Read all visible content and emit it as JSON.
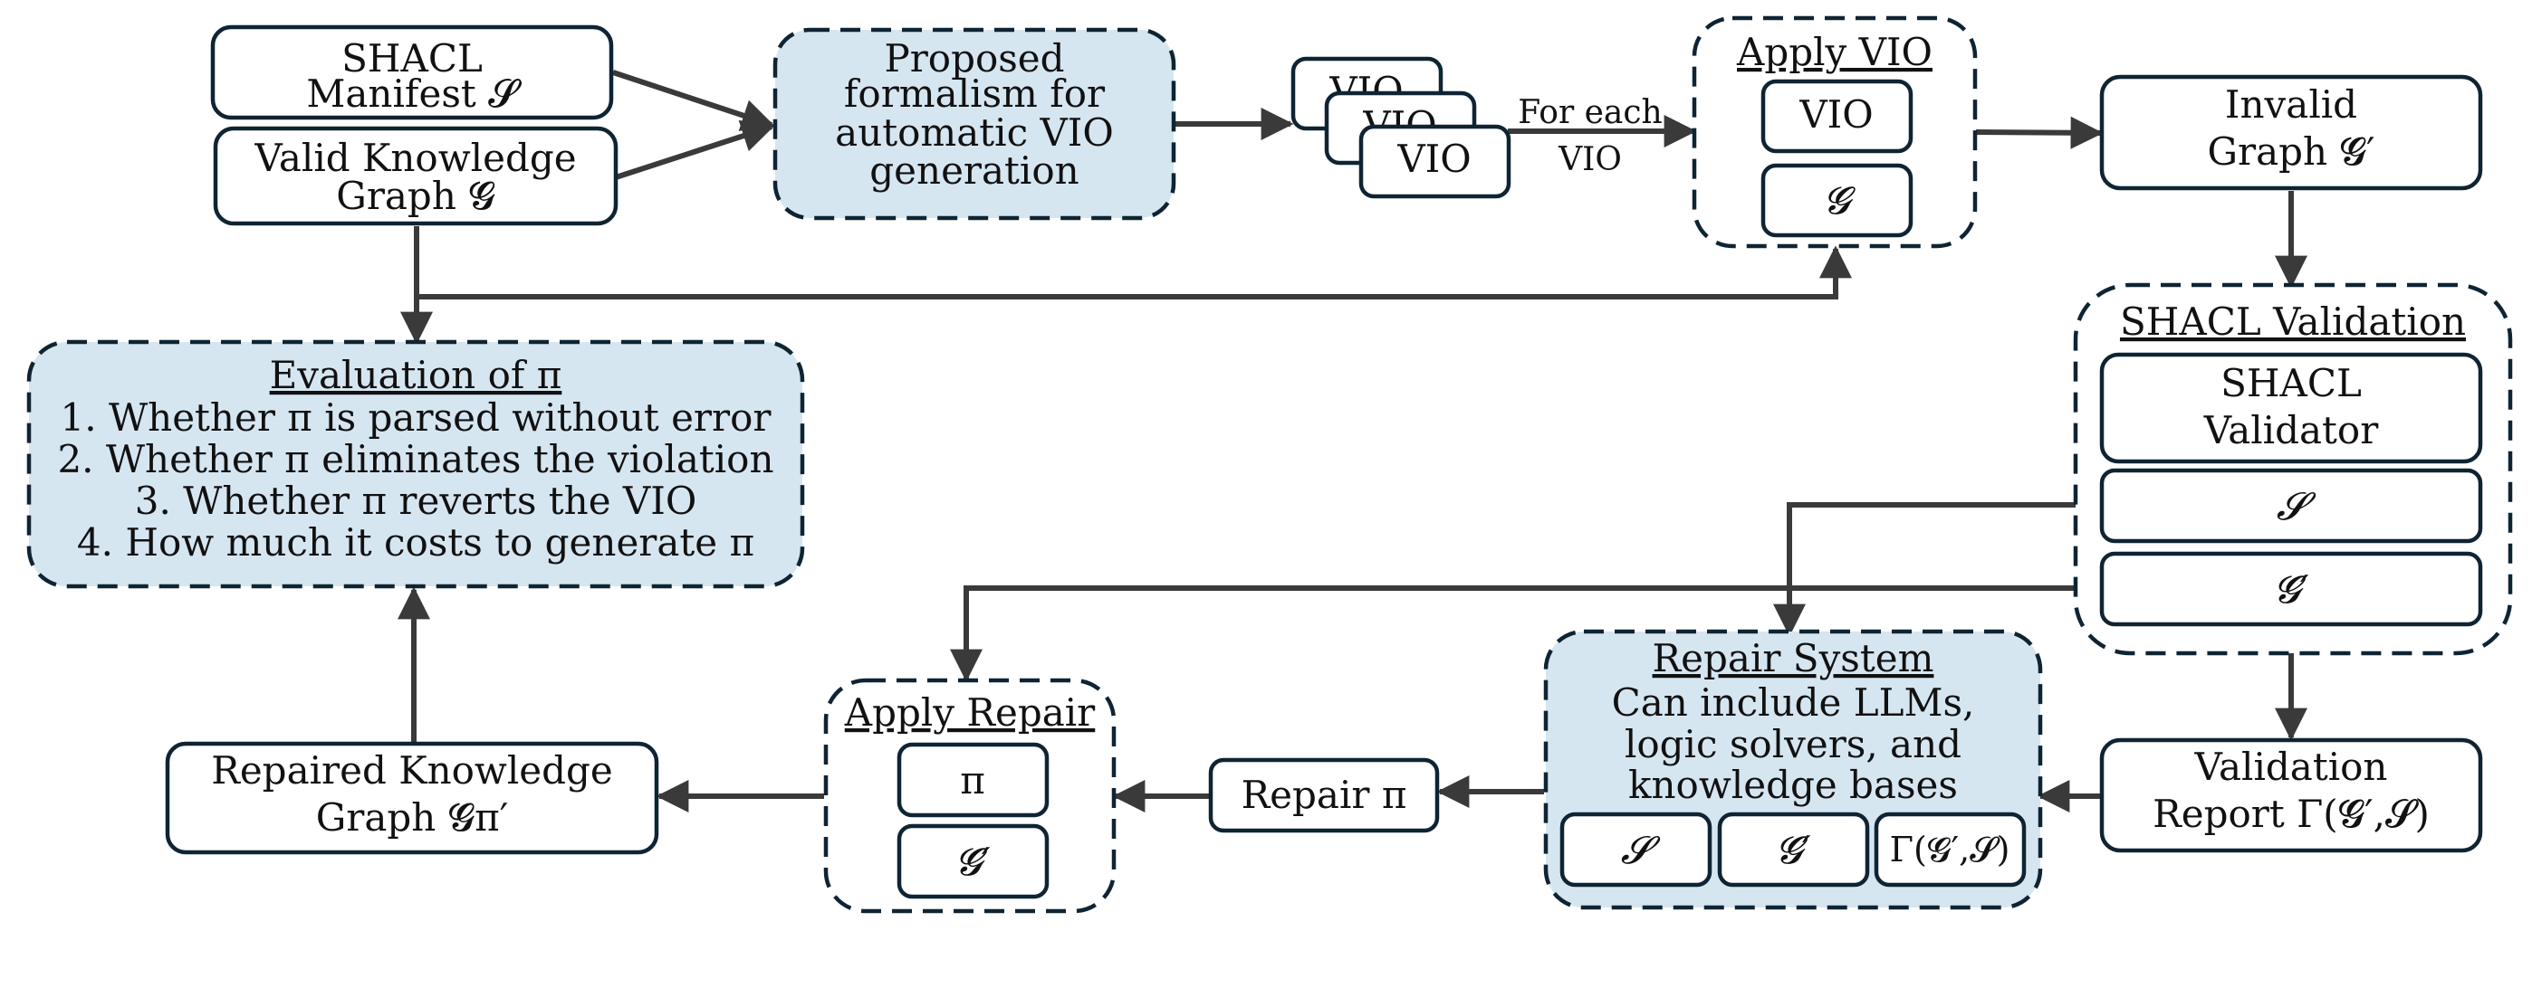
{
  "nodes": {
    "shacl_manifest": {
      "line1": "SHACL",
      "line2": "Manifest 𝓢"
    },
    "valid_kg": {
      "line1": "Valid Knowledge",
      "line2": "Graph 𝓖"
    },
    "proposed": {
      "line1": "Proposed",
      "line2": "formalism for",
      "line3": "automatic VIO",
      "line4": "generation"
    },
    "vio_stack": {
      "label": "VIO"
    },
    "for_each": {
      "line1": "For each",
      "line2": "VIO"
    },
    "apply_vio": {
      "title": "Apply VIO",
      "item1": "VIO",
      "item2": "𝓖"
    },
    "invalid_graph": {
      "line1": "Invalid",
      "line2": "Graph 𝓖′"
    },
    "evaluation": {
      "title": "Evaluation of π",
      "item1": "1. Whether π is parsed without error",
      "item2": "2. Whether π eliminates the violation",
      "item3": "3. Whether π reverts the VIO",
      "item4": "4. How much it costs to generate π"
    },
    "shacl_validation": {
      "title": "SHACL Validation",
      "validator1": "SHACL",
      "validator2": "Validator",
      "item1": "𝓢",
      "item2": "𝓖′"
    },
    "validation_report": {
      "line1": "Validation",
      "line2": "Report Γ(𝓖′,𝓢)"
    },
    "repair_system": {
      "title": "Repair System",
      "line1": "Can include LLMs,",
      "line2": "logic solvers, and",
      "line3": "knowledge bases",
      "item1": "𝓢",
      "item2": "𝓖′",
      "item3": "Γ(𝓖′,𝓢)"
    },
    "repair_pi": {
      "label": "Repair π"
    },
    "apply_repair": {
      "title": "Apply Repair",
      "item1": "π",
      "item2": "𝓖′"
    },
    "repaired_kg": {
      "line1": "Repaired Knowledge",
      "line2": "Graph 𝓖π′"
    }
  },
  "colors": {
    "highlight_fill": "#d6e6f1",
    "border": "#0f2433",
    "arrow": "#3a3a3a"
  }
}
